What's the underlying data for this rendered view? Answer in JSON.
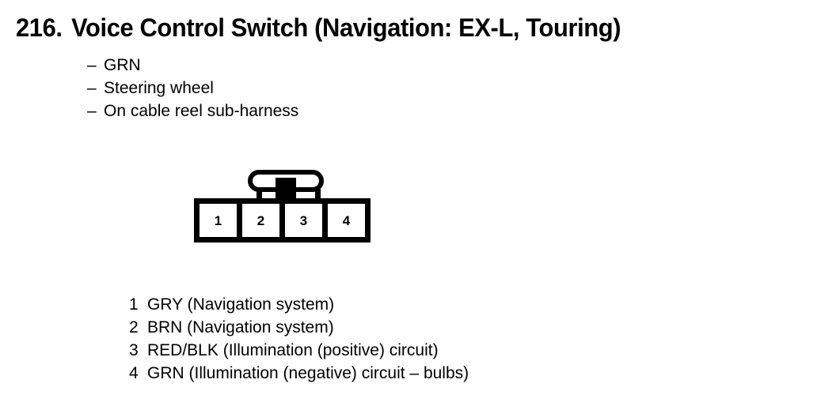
{
  "title": {
    "number": "216.",
    "text": "Voice Control Switch (Navigation: EX-L, Touring)"
  },
  "meta_list": {
    "dash": "–",
    "items": [
      "GRN",
      "Steering wheel",
      "On cable reel sub-harness"
    ]
  },
  "connector": {
    "latch_icon": "connector-latch-tab",
    "cells": [
      {
        "number": "1"
      },
      {
        "number": "2"
      },
      {
        "number": "3"
      },
      {
        "number": "4"
      }
    ]
  },
  "pin_legend": [
    {
      "pin": "1",
      "label": "GRY (Navigation system)"
    },
    {
      "pin": "2",
      "label": "BRN (Navigation system)"
    },
    {
      "pin": "3",
      "label": "RED/BLK (Illumination (positive) circuit)"
    },
    {
      "pin": "4",
      "label": "GRN (Illumination (negative) circuit – bulbs)"
    }
  ],
  "colors": {
    "ink": "#000000",
    "paper": "#ffffff"
  }
}
